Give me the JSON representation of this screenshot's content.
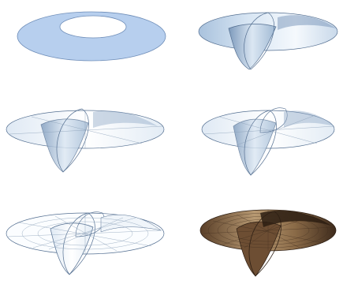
{
  "figure": {
    "panel_count": 6,
    "layout": {
      "rows": 3,
      "columns": 2
    },
    "panels": [
      {
        "id": "annulus",
        "style": "flat-fill"
      },
      {
        "id": "twisted-shaded",
        "style": "smooth-shaded"
      },
      {
        "id": "twisted-grid-light",
        "style": "light-shaded-wireframe"
      },
      {
        "id": "twisted-grid-medium",
        "style": "light-shaded-wireframe"
      },
      {
        "id": "twisted-grid-dense",
        "style": "wireframe"
      },
      {
        "id": "twisted-bronze",
        "style": "textured-dark"
      }
    ]
  },
  "colors": {
    "background": "#ffffff",
    "annulus_fill": "#b7cfee",
    "annulus_stroke": "#6e8db8",
    "surface_light": "#f2f7fc",
    "surface_mid": "#cddff0",
    "surface_dark": "#8eaacb",
    "edge": "#546f91",
    "grid": "#8aa0b8",
    "bronze_light": "#b89a73",
    "bronze_dark": "#3e2b1c"
  }
}
